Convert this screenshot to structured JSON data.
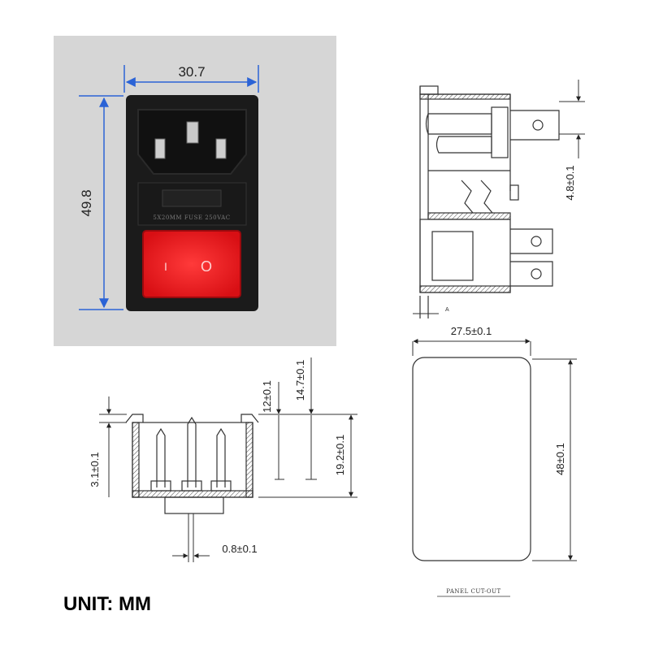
{
  "photo": {
    "width_dim": "30.7",
    "height_dim": "49.8",
    "fuse_text": "5X20MM FUSE 250VAC",
    "switch_off_symbol": "O",
    "switch_on_symbol": "I",
    "colors": {
      "background": "#d6d6d6",
      "body": "#1b1b1b",
      "switch": "#e8161b",
      "dim_line": "#2b63d6"
    }
  },
  "side_view": {
    "dim_height_pin": "4.8±0.1",
    "tag_a": "A"
  },
  "front_section": {
    "dim_depth_1": "12±0.1",
    "dim_depth_2": "14.7±0.1",
    "dim_height": "19.2±0.1",
    "dim_flange": "3.1±0.1",
    "dim_pin": "0.8±0.1"
  },
  "panel_cutout": {
    "dim_width": "27.5±0.1",
    "dim_height": "48±0.1",
    "caption": "PANEL CUT-OUT"
  },
  "unit_label": "UNIT: MM"
}
